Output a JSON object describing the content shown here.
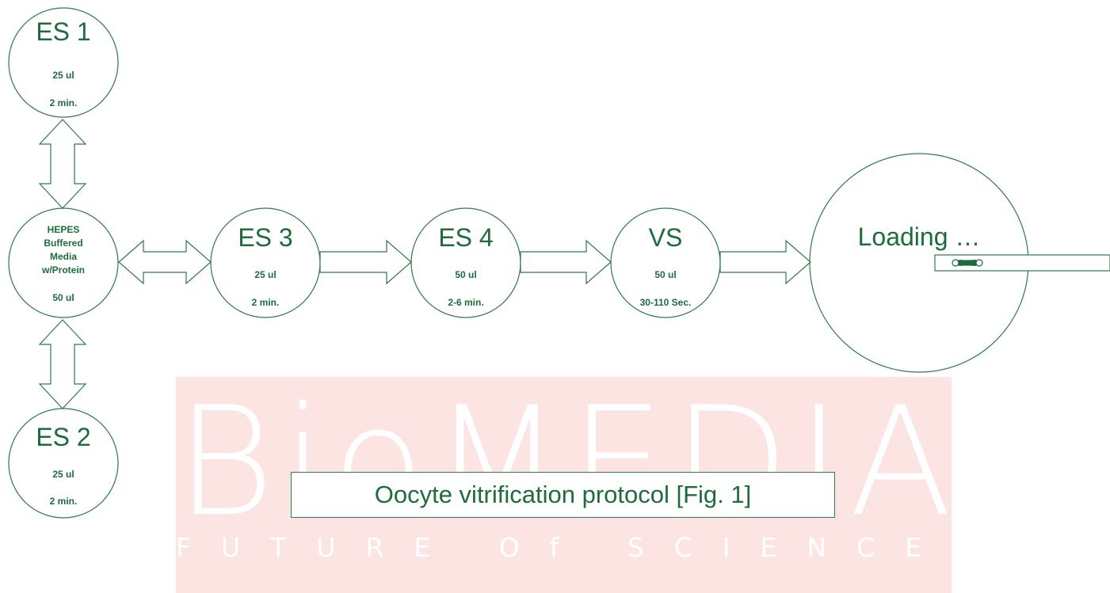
{
  "watermark": {
    "logo": "BioMEDIA",
    "tagline": "FUTURE Of SCIENCE"
  },
  "nodes": {
    "es1": {
      "title": "ES 1",
      "volume": "25 ul",
      "time": "2 min."
    },
    "hepes": {
      "line1": "HEPES",
      "line2": "Buffered",
      "line3": "Media",
      "line4": "w/Protein",
      "volume": "50 ul"
    },
    "es2": {
      "title": "ES 2",
      "volume": "25 ul",
      "time": "2 min."
    },
    "es3": {
      "title": "ES 3",
      "volume": "25 ul",
      "time": "2 min."
    },
    "es4": {
      "title": "ES 4",
      "volume": "50 ul",
      "time": "2-6 min."
    },
    "vs": {
      "title": "VS",
      "volume": "50 ul",
      "time": "30-110 Sec."
    },
    "loading": {
      "title": "Loading …"
    }
  },
  "caption": "Oocyte vitrification protocol [Fig. 1]",
  "colors": {
    "stroke": "#2f7a4a",
    "text": "#1e6b3c",
    "watermark_bg": "#fbe4e2"
  }
}
